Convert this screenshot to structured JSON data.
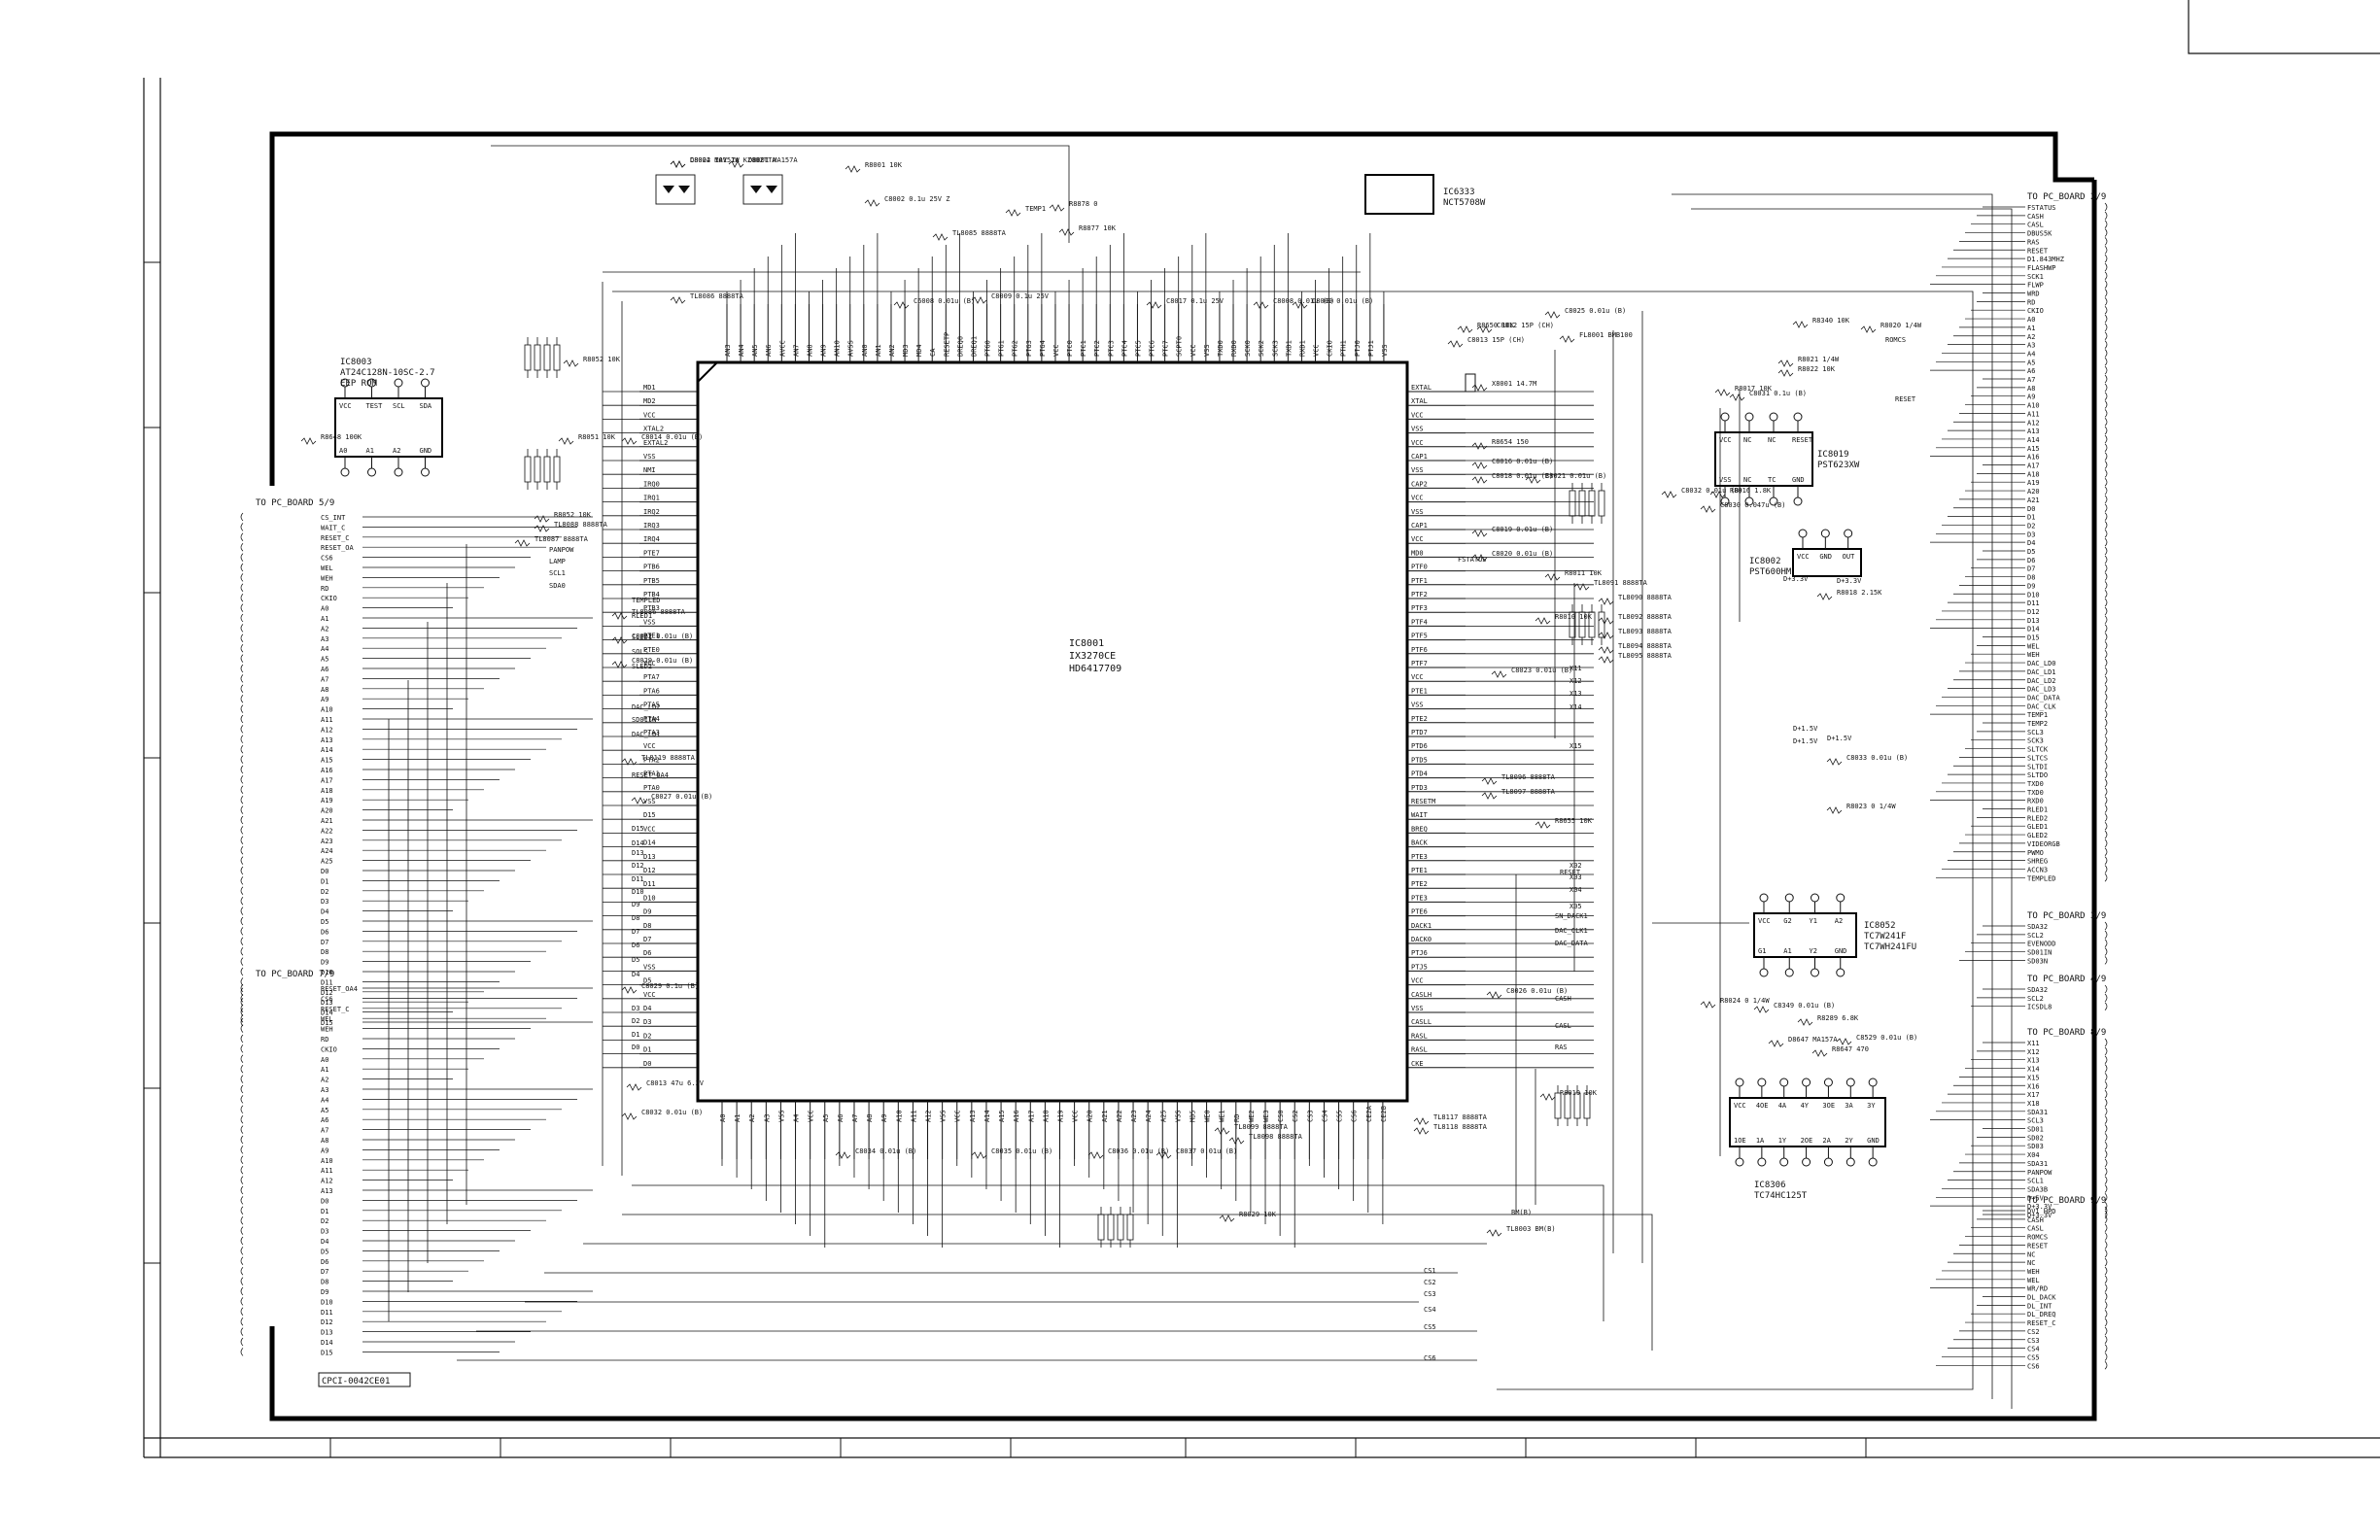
{
  "sheet_id": "CPCI-0042CE01",
  "main_ic": {
    "ref": "IC8001",
    "part": "IX3270CE",
    "part2": "HD6417709",
    "left_pins": [
      "MD1",
      "MD2",
      "VCC",
      "XTAL2",
      "EXTAL2",
      "VSS",
      "NMI",
      "IRQ0",
      "IRQ1",
      "IRQ2",
      "IRQ3",
      "IRQ4",
      "PTE7",
      "PTB6",
      "PTB5",
      "PTB4",
      "PTB3",
      "VSS",
      "PTE1",
      "PTE0",
      "VCC",
      "PTA7",
      "PTA6",
      "PTA5",
      "PTA4",
      "PTA3",
      "VCC",
      "PTA2",
      "PTA1",
      "PTA0",
      "VSS",
      "D15",
      "VCC",
      "D14",
      "D13",
      "D12",
      "D11",
      "D10",
      "D9",
      "D8",
      "D7",
      "D6",
      "VSS",
      "D5",
      "VCC",
      "D4",
      "D3",
      "D2",
      "D1",
      "D0"
    ],
    "right_pins": [
      "EXTAL",
      "XTAL",
      "VCC",
      "VSS",
      "VCC",
      "CAP1",
      "VSS",
      "CAP2",
      "VCC",
      "VSS",
      "CAP1",
      "VCC",
      "MD0",
      "PTF0",
      "PTF1",
      "PTF2",
      "PTF3",
      "PTF4",
      "PTF5",
      "PTF6",
      "PTF7",
      "VCC",
      "PTE1",
      "VSS",
      "PTE2",
      "PTD7",
      "PTD6",
      "PTD5",
      "PTD4",
      "PTD3",
      "RESETM",
      "WAIT",
      "BREQ",
      "BACK",
      "PTE3",
      "PTE1",
      "PTE2",
      "PTE3",
      "PTE6",
      "DACK1",
      "DACK0",
      "PTJ6",
      "PTJ5",
      "VCC",
      "CASLH",
      "VSS",
      "CASLL",
      "RASL",
      "RASL",
      "CKE"
    ],
    "top_pins": [
      "AN3",
      "AN4",
      "AN5",
      "AN6",
      "AVCC",
      "AN7",
      "AN8",
      "AN9",
      "AN10",
      "AVSS",
      "AN0",
      "AN1",
      "AN2",
      "MD3",
      "MD4",
      "CA",
      "RESETP",
      "DREQ0",
      "DREQ1",
      "PTG0",
      "PTG1",
      "PTG2",
      "PTG3",
      "PTG4",
      "VCC",
      "PTC0",
      "PTC1",
      "PTC2",
      "PTC3",
      "PTC4",
      "PTC5",
      "PTC6",
      "PTC7",
      "SCPT0",
      "VCC",
      "VSS",
      "TXD0",
      "RXD0",
      "SCK0",
      "SCK2",
      "SCK3",
      "TXD1",
      "RXD1",
      "VCC",
      "CKIO",
      "PTH1",
      "PTJ0",
      "PTJ1",
      "VSS"
    ],
    "bottom_pins": [
      "A0",
      "A1",
      "A2",
      "A3",
      "VSS",
      "A4",
      "VCC",
      "A5",
      "A6",
      "A7",
      "A8",
      "A9",
      "A10",
      "A11",
      "A12",
      "VSS",
      "VCC",
      "A13",
      "A14",
      "A15",
      "A16",
      "A17",
      "A18",
      "A19",
      "VCC",
      "A20",
      "A21",
      "A22",
      "A23",
      "A24",
      "A25",
      "VSS",
      "MD5",
      "WE0",
      "WE1",
      "RD",
      "WE2",
      "WE3",
      "CS0",
      "CS2",
      "CS3",
      "CS4",
      "CS5",
      "CS6",
      "CE2A",
      "CE2B"
    ]
  },
  "ic_boxes": [
    {
      "ref": "IC8003",
      "part": "AT24C128N-10SC-2.7",
      "note": "EEP ROM",
      "pins_top": [
        "VCC",
        "TEST",
        "SCL",
        "SDA"
      ],
      "pins_bottom": [
        "A0",
        "A1",
        "A2",
        "GND"
      ]
    },
    {
      "ref": "IC6333",
      "part": "NCT5708W"
    },
    {
      "ref": "IC8019",
      "part": "PST623XW",
      "pins_top": [
        "VCC",
        "NC",
        "NC",
        "RESET"
      ],
      "pins_bottom": [
        "VSS",
        "NC",
        "TC",
        "GND"
      ]
    },
    {
      "ref": "IC8002",
      "part": "PST600HM",
      "pins_top": [
        "VCC",
        "GND",
        "OUT"
      ]
    },
    {
      "ref": "IC8052",
      "part": "TC7W241F",
      "part2": "TC7WH241FU",
      "pins_top": [
        "VCC",
        "G2",
        "Y1",
        "A2"
      ],
      "pins_bottom": [
        "G1",
        "A1",
        "Y2",
        "GND"
      ]
    },
    {
      "ref": "IC8306",
      "part": "TC74HC125T",
      "pins_top": [
        "VCC",
        "4OE",
        "4A",
        "4Y",
        "3OE",
        "3A",
        "3Y"
      ],
      "pins_bottom": [
        "1OE",
        "1A",
        "1Y",
        "2OE",
        "2A",
        "2Y",
        "GND"
      ]
    }
  ],
  "connectors_left": [
    {
      "title": "TO PC_BOARD 5/9",
      "pins": [
        "CS_INT",
        "WAIT_C",
        "RESET_C",
        "RESET_OA",
        "CS6",
        "WEL",
        "WEH",
        "RD",
        "CKIO",
        "A0",
        "A1",
        "A2",
        "A3",
        "A4",
        "A5",
        "A6",
        "A7",
        "A8",
        "A9",
        "A10",
        "A11",
        "A12",
        "A13",
        "A14",
        "A15",
        "A16",
        "A17",
        "A18",
        "A19",
        "A20",
        "A21",
        "A22",
        "A23",
        "A24",
        "A25",
        "D0",
        "D1",
        "D2",
        "D3",
        "D4",
        "D5",
        "D6",
        "D7",
        "D8",
        "D9",
        "D10",
        "D11",
        "D12",
        "D13",
        "D14",
        "D15"
      ]
    },
    {
      "title": "TO PC_BOARD 7/9",
      "pins": [
        "RESET_OA4",
        "CS6",
        "RESET_C",
        "WEL",
        "WEH",
        "RD",
        "CKIO",
        "A0",
        "A1",
        "A2",
        "A3",
        "A4",
        "A5",
        "A6",
        "A7",
        "A8",
        "A9",
        "A10",
        "A11",
        "A12",
        "A13",
        "D0",
        "D1",
        "D2",
        "D3",
        "D4",
        "D5",
        "D6",
        "D7",
        "D8",
        "D9",
        "D10",
        "D11",
        "D12",
        "D13",
        "D14",
        "D15"
      ]
    }
  ],
  "connectors_right": [
    {
      "title": "TO PC_BOARD 2/9",
      "pins": [
        "FSTATUS",
        "CASH",
        "CASL",
        "DBUS5K",
        "RAS",
        "RESET",
        "D1.843MHZ",
        "FLASHWP",
        "SCK1",
        "FLWP",
        "WRD",
        "RD",
        "CKIO",
        "A0",
        "A1",
        "A2",
        "A3",
        "A4",
        "A5",
        "A6",
        "A7",
        "A8",
        "A9",
        "A10",
        "A11",
        "A12",
        "A13",
        "A14",
        "A15",
        "A16",
        "A17",
        "A18",
        "A19",
        "A20",
        "A21",
        "D0",
        "D1",
        "D2",
        "D3",
        "D4",
        "D5",
        "D6",
        "D7",
        "D8",
        "D9",
        "D10",
        "D11",
        "D12",
        "D13",
        "D14",
        "D15",
        "WEL",
        "WEH",
        "DAC_LD0",
        "DAC_LD1",
        "DAC_LD2",
        "DAC_LD3",
        "DAC_DATA",
        "DAC_CLK",
        "TEMP1",
        "TEMP2",
        "SCL3",
        "SCK3",
        "SLTCK",
        "SLTCS",
        "SLTDI",
        "SLTDO",
        "TXD0",
        "TXD0",
        "RXD0",
        "RLED1",
        "RLED2",
        "GLED1",
        "GLED2",
        "VIDEORGB",
        "PWMO",
        "SHREG",
        "ACCN3",
        "TEMPLED"
      ]
    },
    {
      "title": "TO PC_BOARD 3/9",
      "pins": [
        "SDA32",
        "SCL2",
        "EVENODD",
        "SD01IN",
        "SD03N"
      ]
    },
    {
      "title": "TO PC_BOARD 4/9",
      "pins": [
        "SDA32",
        "SCL2",
        "ICSDL8"
      ]
    },
    {
      "title": "TO PC_BOARD 8/9",
      "pins": [
        "X11",
        "X12",
        "X13",
        "X14",
        "X15",
        "X16",
        "X17",
        "X18",
        "SDA31",
        "SCL3",
        "SD01",
        "SD02",
        "SD03",
        "X04",
        "SDA31",
        "PANPOW",
        "SCL1",
        "SDA3B",
        "D+5V",
        "D+3.3V",
        "D+3.3V"
      ]
    },
    {
      "title": "TO PC_BOARD 9/9",
      "pins": [
        "DV1_HPD",
        "CASH",
        "CASL",
        "ROMCS",
        "RESET",
        "NC",
        "NC",
        "WEH",
        "WEL",
        "WR/RD",
        "DL_DACK",
        "DL_INT",
        "DL_DREQ",
        "RESET_C",
        "CS2",
        "CS3",
        "CS4",
        "CS5",
        "CS6"
      ]
    }
  ],
  "components": [
    "D8002 MA157A",
    "D8001 MA157A",
    "R8001 10K",
    "C8002 0.1u 25V Z",
    "TEMP1",
    "R8878 0",
    "R8877 10K",
    "TL8085 8888TA",
    "TL8086 8888TA",
    "C6008 0.01u (B)",
    "C8009 0.1u 25V",
    "C8017 0.1u 25V",
    "C8008 0.01u (B)",
    "C8009 0.01u (B)",
    "R8052 10K",
    "R8051 10K",
    "C8014 0.01u (B)",
    "R8052 10K",
    "TL8088 8888TA",
    "TL8087 8888TA",
    "TL8086 8888TA",
    "C8022 0.01u (B)",
    "C8029 0.01u (B)",
    "C8027 0.01u (B)",
    "C8029 0.1u (B)",
    "C8013 47u 6.3V",
    "C8032 0.01u (B)",
    "TL8119 8888TA",
    "C8025 0.01u (B)",
    "FL8001 BMB100",
    "R8650 10K",
    "C8012 15P (CH)",
    "C8013 15P (CH)",
    "X8001 14.7M",
    "R8654 150",
    "C8016 0.01u (B)",
    "C8018 0.01u (B)",
    "C8019 0.01u (B)",
    "C8020 0.01u (B)",
    "C8021 0.01u (B)",
    "R8011 10K",
    "TL8091 8888TA",
    "TL8090 8888TA",
    "TL8092 8888TA",
    "TL8093 8888TA",
    "TL8094 8888TA",
    "TL8095 8888TA",
    "R8010 10K",
    "C8023 0.01u (B)",
    "TL8096 8888TA",
    "TL8097 8888TA",
    "R8655 10K",
    "C8026 0.01u (B)",
    "R8019 10K",
    "TL8117 8888TA",
    "TL8118 8888TA",
    "TL8099 8888TA",
    "TL8098 8888TA",
    "C8034 0.01u (B)",
    "C8035 0.01u (B)",
    "C8036 0.01u (B)",
    "C8037 0.01u (B)",
    "R8029 10K",
    "TL8003 BM(B)",
    "R8340 10K",
    "R8020 1/4W",
    "R8021 1/4W",
    "R8022 10K",
    "R8017 10K",
    "C8031 0.1u (B)",
    "C8032 0.01u (B)",
    "R8016 1.8K",
    "C8030 0.047u (B)",
    "R8018 2.15K",
    "C8033 0.01u (B)",
    "R8023 0 1/4W",
    "R8024 0 1/4W",
    "C8349 0.01u (B)",
    "R8289 6.8K",
    "R8647 470",
    "D8647 MA157A",
    "C8529 0.01u (B)",
    "R8648 100K",
    "C8024 10V 1W KZ002TTA"
  ],
  "net_labels": [
    "ROMCS",
    "RESET",
    "FSTATUS",
    "D+3.3V",
    "D+1.5V",
    "D+1.5V",
    "X11",
    "X12",
    "X13",
    "X14",
    "X15",
    "TEMPLED",
    "RLED1",
    "SLED1",
    "SOLS",
    "SLED2",
    "DAC_LD2",
    "SD01IN",
    "DAC_LD1",
    "RESET_OA4",
    "D15",
    "D14",
    "D13",
    "D12",
    "D11",
    "D10",
    "D9",
    "D8",
    "D7",
    "D6",
    "D5",
    "D4",
    "D3",
    "D2",
    "D1",
    "D0",
    "PANPOW",
    "LAMP",
    "SCL1",
    "SDA0",
    "RESET",
    "CS1",
    "CS2",
    "CS3",
    "CS4",
    "CS5",
    "CS6",
    "DAC_CLK1",
    "DAC_DATA",
    "CASH",
    "CASL",
    "RAS",
    "X02",
    "X03",
    "X04",
    "X05",
    "SN_DACK1",
    "D+3.3V",
    "D+1.5V",
    "BM(B)"
  ]
}
